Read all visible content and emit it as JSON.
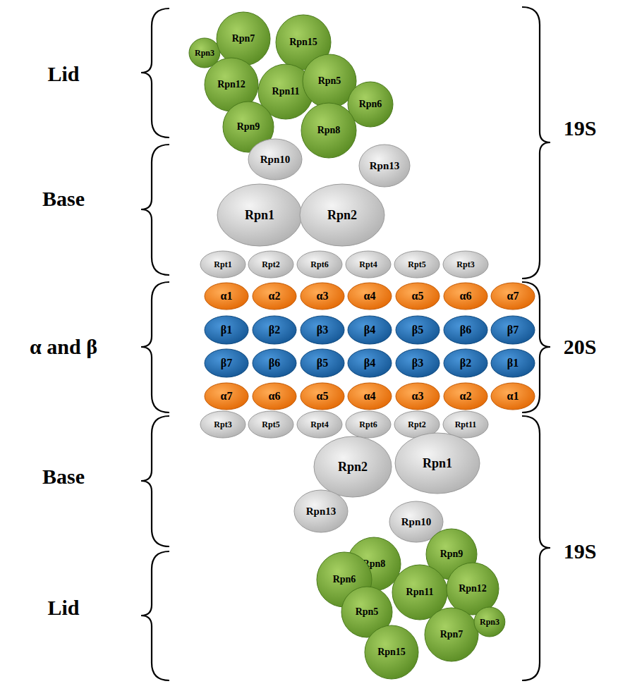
{
  "diagram": {
    "nodes": [
      {
        "text": [
          "Rpn3"
        ]
      },
      {
        "text": [
          "Rpn7"
        ]
      },
      {
        "text": [
          "Rpn15"
        ]
      },
      {
        "text": [
          "Rpn12"
        ]
      },
      {
        "text": [
          "Rpn11"
        ]
      },
      {
        "text": [
          "Rpn5"
        ]
      },
      {
        "text": [
          "Rpn6"
        ]
      },
      {
        "text": [
          "Rpn9"
        ]
      },
      {
        "text": [
          "Rpn8"
        ]
      },
      {
        "text": [
          "Rpn10"
        ]
      },
      {
        "text": [
          "Rpn13"
        ]
      },
      {
        "text": [
          "Rpn1"
        ]
      },
      {
        "text": [
          "Rpn2"
        ]
      },
      {
        "text": [
          "Rpt1"
        ]
      },
      {
        "text": [
          "Rpt2"
        ]
      },
      {
        "text": [
          "Rpt6"
        ]
      },
      {
        "text": [
          "Rpt4"
        ]
      },
      {
        "text": [
          "Rpt5"
        ]
      },
      {
        "text": [
          "Rpt3"
        ]
      },
      {
        "text": [
          "α1"
        ]
      },
      {
        "text": [
          "α2"
        ]
      },
      {
        "text": [
          "α3"
        ]
      },
      {
        "text": [
          "α4"
        ]
      },
      {
        "text": [
          "α5"
        ]
      },
      {
        "text": [
          "α6"
        ]
      },
      {
        "text": [
          "α7"
        ]
      },
      {
        "text": [
          "β1"
        ]
      },
      {
        "text": [
          "β2"
        ]
      },
      {
        "text": [
          "β3"
        ]
      },
      {
        "text": [
          "β4"
        ]
      },
      {
        "text": [
          "β5"
        ]
      },
      {
        "text": [
          "β6"
        ]
      },
      {
        "text": [
          "β7"
        ]
      },
      {
        "text": [
          "β7"
        ]
      },
      {
        "text": [
          "β6"
        ]
      },
      {
        "text": [
          "β5"
        ]
      },
      {
        "text": [
          "β4"
        ]
      },
      {
        "text": [
          "β3"
        ]
      },
      {
        "text": [
          "β2"
        ]
      },
      {
        "text": [
          "β1"
        ]
      },
      {
        "text": [
          "α7"
        ]
      },
      {
        "text": [
          "α6"
        ]
      },
      {
        "text": [
          "α5"
        ]
      },
      {
        "text": [
          "α4"
        ]
      },
      {
        "text": [
          "α3"
        ]
      },
      {
        "text": [
          "α2"
        ]
      },
      {
        "text": [
          "α1"
        ]
      },
      {
        "text": [
          "Rpt3"
        ]
      },
      {
        "text": [
          "Rpt5"
        ]
      },
      {
        "text": [
          "Rpt4"
        ]
      },
      {
        "text": [
          "Rpt6"
        ]
      },
      {
        "text": [
          "Rpt2"
        ]
      },
      {
        "text": [
          "Rpt11"
        ]
      },
      {
        "text": [
          "Rpn2"
        ]
      },
      {
        "text": [
          "Rpn1"
        ]
      },
      {
        "text": [
          "Rpn13"
        ]
      },
      {
        "text": [
          "Rpn10"
        ]
      },
      {
        "text": [
          "Rpn8"
        ]
      },
      {
        "text": [
          "Rpn9"
        ]
      },
      {
        "text": [
          "Rpn6"
        ]
      },
      {
        "text": [
          "Rpn11"
        ]
      },
      {
        "text": [
          "Rpn12"
        ]
      },
      {
        "text": [
          "Rpn5"
        ]
      },
      {
        "text": [
          "Rpn7"
        ]
      },
      {
        "text": [
          "Rpn3"
        ]
      },
      {
        "text": [
          "Rpn15"
        ]
      }
    ],
    "labels": [
      "Lid",
      "Base",
      "α and β",
      "Base",
      "Lid",
      "19S",
      "20S",
      "19S"
    ]
  }
}
